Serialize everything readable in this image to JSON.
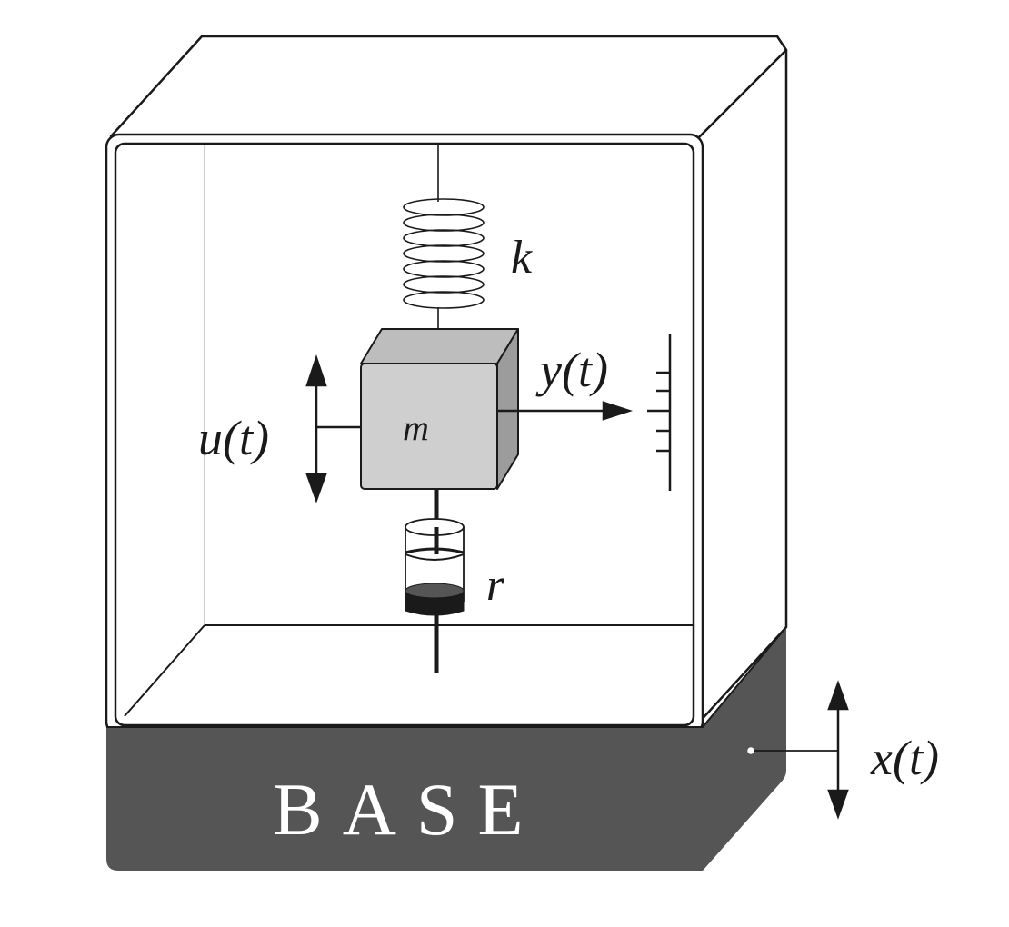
{
  "labels": {
    "spring": "k",
    "mass": "m",
    "damper": "r",
    "force": "u(t)",
    "displacement": "y(t)",
    "base_motion": "x(t)",
    "base": "BASE"
  },
  "colors": {
    "line": "#1a1a1a",
    "base_fill": "#555555",
    "mass_front": "#cfcfcf",
    "mass_top": "#bdbdbd",
    "mass_side": "#9c9c9c",
    "box_fill": "#ffffff"
  }
}
